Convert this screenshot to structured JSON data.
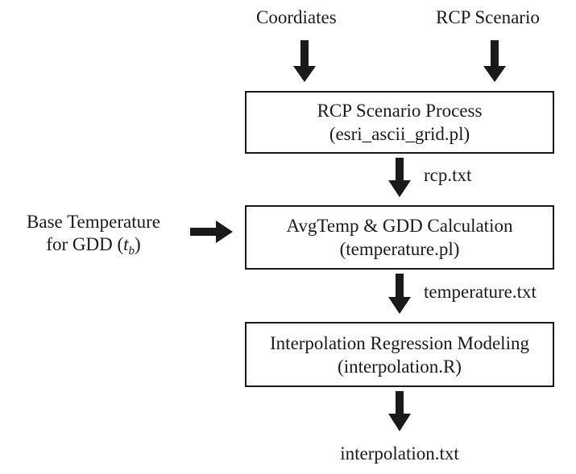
{
  "inputs": {
    "coordinates": "Coordiates",
    "rcp_scenario": "RCP Scenario",
    "base_temperature_line1": "Base Temperature",
    "base_temperature_line2_prefix": "for GDD (",
    "base_temperature_var": "t",
    "base_temperature_sub": "b",
    "base_temperature_line2_suffix": ")"
  },
  "steps": [
    {
      "title": "RCP Scenario Process",
      "script": "(esri_ascii_grid.pl)"
    },
    {
      "title": "AvgTemp & GDD Calculation",
      "script": "(temperature.pl)"
    },
    {
      "title": "Interpolation Regression Modeling",
      "script": "(interpolation.R)"
    }
  ],
  "outputs": {
    "rcp": "rcp.txt",
    "temperature": "temperature.txt",
    "interpolation": "interpolation.txt"
  },
  "colors": {
    "stroke": "#1a1a1a"
  }
}
